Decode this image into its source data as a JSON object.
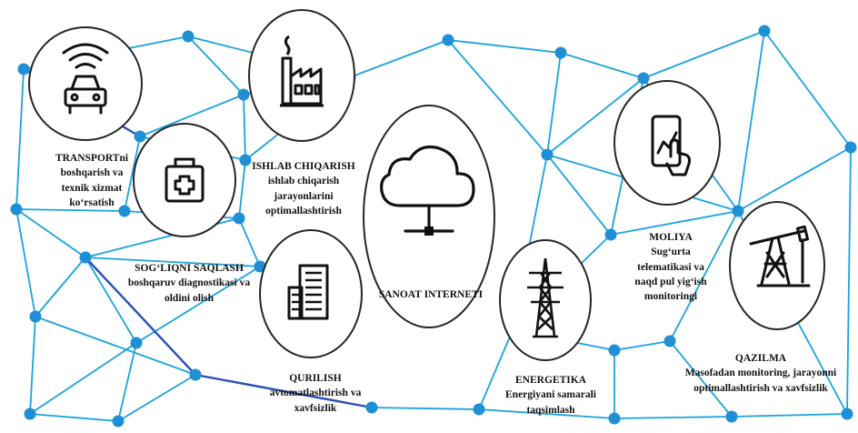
{
  "colors": {
    "edge": "#1aa3dc",
    "edge_accent": "#2a4fb5",
    "node": "#1f8fd6",
    "circle_stroke": "#262626",
    "icon_stroke": "#111111"
  },
  "hub": {
    "title": "SANOAT INTERNETI",
    "icon": "cloud-network-icon"
  },
  "sectors": [
    {
      "key": "transport",
      "title": "TRANSPORTni",
      "desc": "boshqarish va\ntexnik xizmat\nko‘rsatish",
      "icon": "connected-car-icon"
    },
    {
      "key": "manufacturing",
      "title": "ISHLAB CHIQARISH",
      "desc": "ishlab chiqarish\njarayonlarini\noptimallashtirish",
      "icon": "factory-icon"
    },
    {
      "key": "healthcare",
      "title": "SOG‘LIQNI SAQLASH",
      "desc": "boshqaruv diagnostikasi va\noldini olish",
      "icon": "first-aid-kit-icon"
    },
    {
      "key": "construction",
      "title": "QURILISH",
      "desc": "avtomatlashtirish va\nxavfsizlik",
      "icon": "building-icon"
    },
    {
      "key": "energy",
      "title": "ENERGETIKA",
      "desc": "Energiyani samarali\ntaqsimlash",
      "icon": "power-tower-icon"
    },
    {
      "key": "finance",
      "title": "MOLIYA",
      "desc": "Sug‘urta\ntelematikasi va\nnaqd pul yig‘ish\nmonitoringi",
      "icon": "mobile-touch-icon"
    },
    {
      "key": "mining",
      "title": "QAZILMA",
      "desc": "Masofadan monitoring, jarayonni\noptimallashtirish  va xavfsizlik",
      "icon": "oil-pump-icon"
    }
  ]
}
